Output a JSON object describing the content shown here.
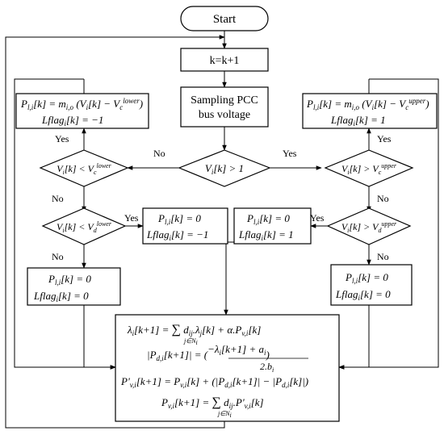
{
  "start": "Start",
  "increment": "k=k+1",
  "sampling": {
    "line1": "Sampling PCC",
    "line2": "bus voltage"
  },
  "decisions": {
    "main": "V_i[k] > 1",
    "lower_check": "V_i[k] < V_c^lower",
    "upper_check": "V_i[k] > V_c^upper",
    "lower_d_check": "V_i[k] < V_d^lower",
    "upper_d_check": "V_i[k] > V_d^upper"
  },
  "labels": {
    "yes": "Yes",
    "no": "No"
  },
  "boxes": {
    "left_top": {
      "eq1": "P_l,i[k] = m_i,o (V_i[k] − V_c^lower)",
      "eq2": "Lflag_i[k] = −1"
    },
    "right_top": {
      "eq1": "P_l,i[k] = m_i,o (V_i[k] − V_c^upper)",
      "eq2": "Lflag_i[k] = 1"
    },
    "mid_left": {
      "eq1": "P_l,i[k] = 0",
      "eq2": "Lflag_i[k] = −1"
    },
    "mid_right": {
      "eq1": "P_l,i[k] = 0",
      "eq2": "Lflag_i[k] = 1"
    },
    "bottom_left": {
      "eq1": "P_l,i[k] = 0",
      "eq2": "Lflag_i[k] = 0"
    },
    "bottom_right": {
      "eq1": "P_l,i[k] = 0",
      "eq2": "Lflag_i[k] = 0"
    }
  },
  "update_block": {
    "eq1": "λ_i[k+1] = Σ_{j∈N_i} d_ij·λ_j[k] + α·P_v,i[k]",
    "eq2": "|P_d,i[k+1]| = (−λ_i[k+1] + a_i) / (2·b_i)",
    "eq3": "P'_v,i[k+1] = P_v,i[k] + (|P_d,i[k+1]| − |P_d,i[k]|)",
    "eq4": "P_v,i[k+1] = Σ_{j∈N_i} d_ij·P'_v,i[k]"
  }
}
